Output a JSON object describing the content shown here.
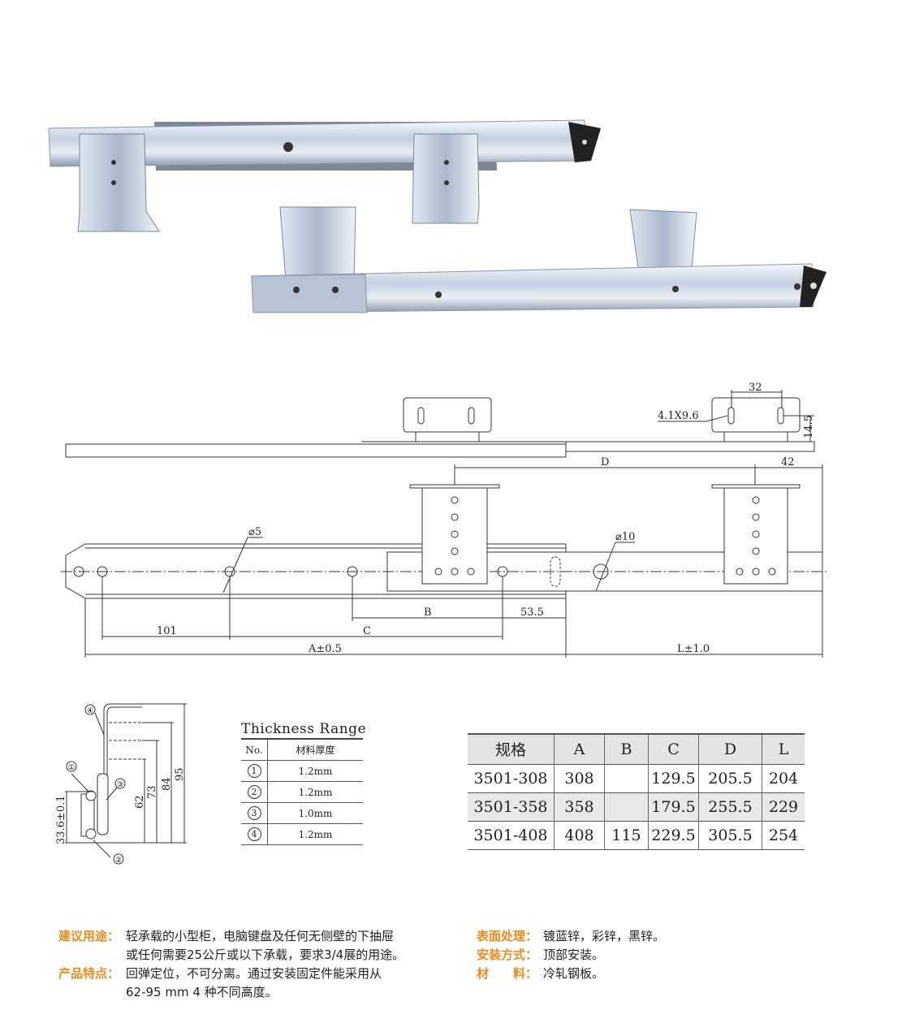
{
  "drawing": {
    "slot_spacing": "32",
    "slot_size": "4.1X9.6",
    "bracket_height": "14.5",
    "dim_D": "D",
    "dim_42": "42",
    "hole_small": "⌀5",
    "hole_large": "⌀10",
    "dim_B": "B",
    "dim_53_5": "53.5",
    "dim_101": "101",
    "dim_C": "C",
    "dim_A": "A±0.5",
    "dim_L": "L±1.0"
  },
  "cross_section": {
    "callouts": [
      "①",
      "②",
      "③",
      "④"
    ],
    "heights": [
      "62",
      "73",
      "84",
      "95"
    ],
    "rail_height": "33.6±0.1"
  },
  "thickness": {
    "title": "Thickness Range",
    "headers": [
      "No.",
      "材料厚度"
    ],
    "rows": [
      {
        "no": "1",
        "value": "1.2mm"
      },
      {
        "no": "2",
        "value": "1.2mm"
      },
      {
        "no": "3",
        "value": "1.0mm"
      },
      {
        "no": "4",
        "value": "1.2mm"
      }
    ]
  },
  "spec_table": {
    "headers": [
      "规格",
      "A",
      "B",
      "C",
      "D",
      "L"
    ],
    "rows": [
      [
        "3501-308",
        "308",
        "",
        "129.5",
        "205.5",
        "204"
      ],
      [
        "3501-358",
        "358",
        "",
        "179.5",
        "255.5",
        "229"
      ],
      [
        "3501-408",
        "408",
        "115",
        "229.5",
        "305.5",
        "254"
      ]
    ]
  },
  "notes": {
    "usage_label": "建议用途：",
    "usage_line1": "轻承载的小型柜，电脑键盘及任何无侧壁的下抽屉",
    "usage_line2": "或任何需要25公斤或以下承载，要求3/4展的用途。",
    "feature_label": "产品特点：",
    "feature_line1": "回弹定位，不可分离。通过安装固定件能采用从",
    "feature_line2": "62-95 mm 4 种不同高度。",
    "finish_label": "表面处理：",
    "finish_value": "镀蓝锌，彩锌，黑锌。",
    "install_label": "安装方式：",
    "install_value": "顶部安装。",
    "material_label": "材　　料：",
    "material_value": "冷轧钢板。"
  },
  "colors": {
    "accent": "#f08a1c",
    "steel": "#c9d6e6"
  }
}
